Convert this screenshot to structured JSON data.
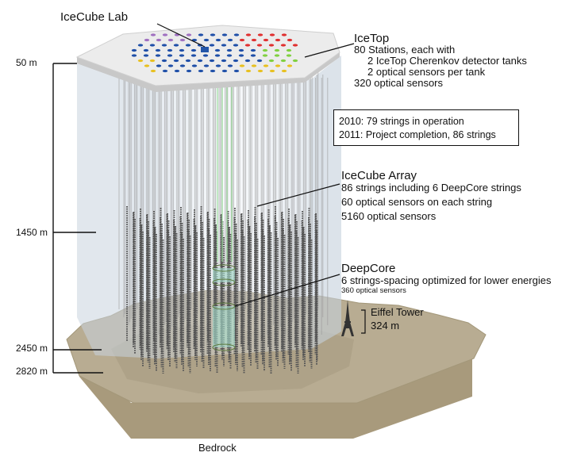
{
  "lab_label": "IceCube Lab",
  "icetop": {
    "title": "IceTop",
    "lines": [
      "80 Stations, each with",
      "2 IceTop Cherenkov detector tanks",
      "2 optical sensors per tank",
      "320 optical sensors"
    ]
  },
  "status_box": {
    "line1": "2010: 79 strings in operation",
    "line2": "2011: Project completion, 86 strings"
  },
  "array": {
    "title": "IceCube Array",
    "lines": [
      "86 strings including 6 DeepCore strings",
      "60 optical sensors on each string",
      "5160 optical sensors"
    ]
  },
  "deepcore": {
    "title": "DeepCore",
    "line1": "6 strings-spacing optimized for lower energies",
    "line2": "360 optical sensors"
  },
  "eiffel": {
    "line1": "Eiffel Tower",
    "line2": "324 m"
  },
  "depths": [
    "50 m",
    "1450 m",
    "2450 m",
    "2820 m"
  ],
  "bedrock_label": "Bedrock",
  "colors": {
    "ice_face": "#d6e0ea",
    "surface": "#ececec",
    "bedrock": "#b5a98e",
    "string": "#555555",
    "deepcore": "#9fe0a0",
    "station_blue": "#1f4fa8",
    "station_red": "#e03030",
    "station_purple": "#a070c0",
    "station_yellow": "#e8c020",
    "station_green": "#80d040"
  }
}
